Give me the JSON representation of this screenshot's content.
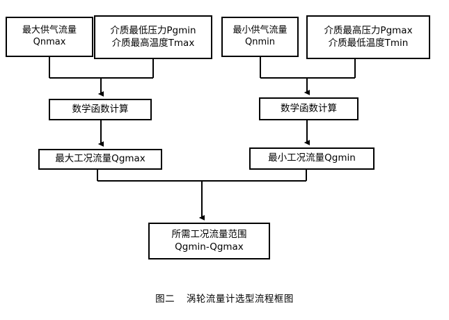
{
  "diagram": {
    "type": "flowchart",
    "title": "涡轮流量计选型流程框图",
    "caption_label": "图二",
    "caption_text": "涡轮流量计选型流程框图",
    "colors": {
      "stroke": "#000000",
      "fill": "#ffffff",
      "text": "#000000"
    },
    "nodes": [
      {
        "id": "qnmax",
        "lines": [
          "最大供气流量",
          "Qnmax"
        ],
        "line1": "最大供气流量",
        "line2": "Qnmax"
      },
      {
        "id": "pgmin",
        "lines": [
          "介质最低压力Pgmin",
          "介质最高温度Tmax"
        ],
        "line1": "介质最低压力Pgmin",
        "line2": "介质最高温度Tmax"
      },
      {
        "id": "qnmin",
        "lines": [
          "最小供气流量",
          "Qnmin"
        ],
        "line1": "最小供气流量",
        "line2": "Qnmin"
      },
      {
        "id": "pgmax",
        "lines": [
          "介质最高压力Pgmax",
          "介质最低温度Tmin"
        ],
        "line1": "介质最高压力Pgmax",
        "line2": "介质最低温度Tmin"
      },
      {
        "id": "calc_left",
        "line1": "数学函数计算"
      },
      {
        "id": "calc_right",
        "line1": "数学函数计算"
      },
      {
        "id": "qgmax",
        "line1": "最大工况流量Qgmax"
      },
      {
        "id": "qgmin",
        "line1": "最小工况流量Qgmin"
      },
      {
        "id": "range",
        "lines": [
          "所需工况流量范围",
          "Qgmin-Qgmax"
        ],
        "line1": "所需工况流量范围",
        "line2": "Qgmin-Qgmax"
      }
    ],
    "edges": [
      {
        "from": "qnmax",
        "to": "calc_left",
        "style": "merge-arrow"
      },
      {
        "from": "pgmin",
        "to": "calc_left",
        "style": "merge-arrow"
      },
      {
        "from": "qnmin",
        "to": "calc_right",
        "style": "merge-arrow"
      },
      {
        "from": "pgmax",
        "to": "calc_right",
        "style": "merge-arrow"
      },
      {
        "from": "calc_left",
        "to": "qgmax",
        "style": "arrow"
      },
      {
        "from": "calc_right",
        "to": "qgmin",
        "style": "arrow"
      },
      {
        "from": "qgmax",
        "to": "range",
        "style": "merge-arrow"
      },
      {
        "from": "qgmin",
        "to": "range",
        "style": "merge-arrow"
      }
    ]
  }
}
